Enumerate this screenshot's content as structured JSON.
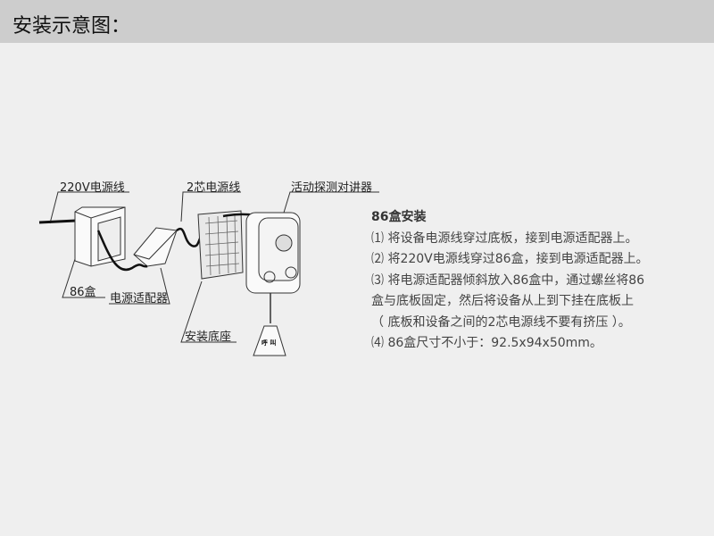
{
  "header": {
    "title": "安装示意图："
  },
  "diagram": {
    "labels": {
      "power_line_220v": "220V电源线",
      "two_core_line": "2芯电源线",
      "intercom": "活动探测对讲器",
      "box_86": "86盒",
      "adapter": "电源适配器",
      "base": "安装底座"
    },
    "pendant_text": "呼 叫"
  },
  "instructions": {
    "title": "86盒安装",
    "lines": [
      "⑴ 将设备电源线穿过底板，接到电源适配器上。",
      "⑵ 将220V电源线穿过86盒，接到电源适配器上。",
      "⑶ 将电源适配器倾斜放入86盒中，通过螺丝将86",
      "盒与底板固定，然后将设备从上到下挂在底板上",
      "（ 底板和设备之间的2芯电源线不要有挤压 ）。",
      "⑷ 86盒尺寸不小于：92.5x94x50mm。"
    ]
  }
}
